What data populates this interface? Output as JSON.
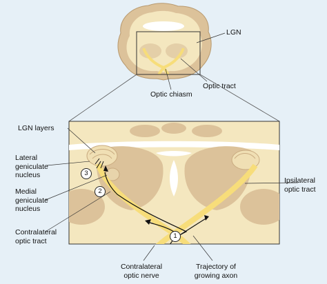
{
  "labels": {
    "lgn_top": "LGN",
    "optic_tract_top": "Optic tract",
    "optic_chiasm": "Optic chiasm",
    "lgn_layers": "LGN layers",
    "lateral_geniculate_nucleus": "Lateral\ngeniculate\nnucleus",
    "medial_geniculate_nucleus": "Medial\ngeniculate\nnucleus",
    "contralateral_optic_tract": "Contralateral\noptic tract",
    "ipsilateral_optic_tract": "Ipsilateral\noptic tract",
    "contralateral_optic_nerve": "Contralateral\noptic nerve",
    "trajectory_of_growing_axon": "Trajectory of\ngrowing axon"
  },
  "step_markers": [
    "1",
    "2",
    "3"
  ],
  "colors": {
    "tissue_light": "#f4e7bf",
    "tissue_dark": "#dcc29a",
    "white_matter": "#ffffff",
    "optic_pathway": "#f7dd7a",
    "background": "#e6f0f7"
  }
}
